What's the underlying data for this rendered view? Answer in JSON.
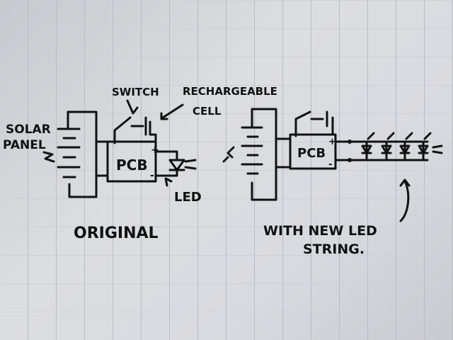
{
  "original": {
    "solar_panel_label_1": "SOLAR",
    "solar_panel_label_2": "PANEL",
    "switch_label": "SWITCH",
    "cell_label_1": "RECHARGEABLE",
    "cell_label_2": "CELL",
    "pcb_label": "PCB",
    "led_label": "LED",
    "caption": "ORIGINAL",
    "plus": "+",
    "minus": "-"
  },
  "modified": {
    "pcb_label": "PCB",
    "caption_1": "WITH NEW LED",
    "caption_2": "STRING.",
    "plus": "+",
    "minus": "-"
  }
}
